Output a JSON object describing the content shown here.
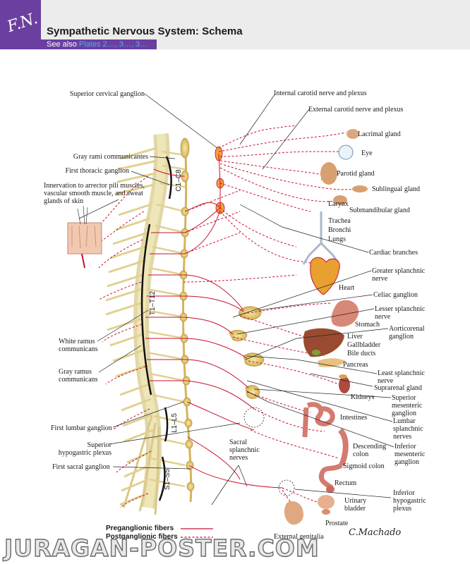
{
  "header": {
    "title": "Sympathetic Nervous System: Schema",
    "see_also_prefix": "See also",
    "plates": "Plates 2…, 3…, 3…"
  },
  "labels": {
    "superior_cervical_ganglion": "Superior cervical ganglion",
    "internal_carotid": "Internal carotid nerve and plexus",
    "external_carotid": "External carotid nerve and plexus",
    "lacrimal_gland": "Lacrimal gland",
    "eye": "Eye",
    "gray_rami_communicantes": "Gray rami communicantes",
    "parotid_gland": "Parotid  gland",
    "first_thoracic_ganglion": "First thoracic ganglion",
    "innervation_1": "Innervation to arrector pili muscles,",
    "innervation_2": "vascular smooth muscle, and sweat",
    "innervation_3": "glands of skin",
    "sublingual_gland": "Sublingual gland",
    "submandibular_gland": "Submandibular gland",
    "larynx": "Larynx",
    "trachea": "Trachea",
    "bronchi": "Bronchi",
    "lungs": "Lungs",
    "cardiac_branches": "Cardiac branches",
    "greater_splanchnic_1": "Greater splanchnic",
    "greater_splanchnic_2": "nerve",
    "heart": "Heart",
    "celiac_ganglion": "Celiac ganglion",
    "lesser_splanchnic_1": "Lesser splanchnic",
    "lesser_splanchnic_2": "nerve",
    "stomach": "Stomach",
    "aorticorenal_1": "Aorticorenal",
    "aorticorenal_2": "ganglion",
    "white_ramus_1": "White ramus",
    "white_ramus_2": "communicans",
    "liver": "Liver",
    "gallbladder": "Gallbladder",
    "bile_ducts": "Bile ducts",
    "gray_ramus_1": "Gray ramus",
    "gray_ramus_2": "communicans",
    "pancreas": "Pancreas",
    "least_splanchnic_1": "Least splanchnic",
    "least_splanchnic_2": "nerve",
    "suprarenal_gland": "Suprarenal gland",
    "kidneys": "Kidneys",
    "superior_mesenteric_1": "Superior",
    "superior_mesenteric_2": "mesenteric",
    "superior_mesenteric_3": "ganglion",
    "first_lumbar_ganglion": "First lumbar ganglion",
    "intestines": "Intestines",
    "lumbar_splanchnic_1": "Lumbar",
    "lumbar_splanchnic_2": "splanchnic",
    "lumbar_splanchnic_3": "nerves",
    "superior_hypogastric_1": "Superior",
    "superior_hypogastric_2": "hypogastric plexus",
    "sacral_splanchnic_1": "Sacral",
    "sacral_splanchnic_2": "splanchnic",
    "sacral_splanchnic_3": "nerves",
    "descending_colon_1": "Descending",
    "descending_colon_2": "colon",
    "inferior_mesenteric_1": "Inferior",
    "inferior_mesenteric_2": "mesenteric",
    "inferior_mesenteric_3": "ganglion",
    "first_sacral_ganglion": "First sacral ganglion",
    "sigmoid_colon": "Sigmoid colon",
    "rectum": "Rectum",
    "inferior_hypogastric_1": "Inferior",
    "inferior_hypogastric_2": "hypogastric",
    "inferior_hypogastric_3": "plexus",
    "urinary_bladder_1": "Urinary",
    "urinary_bladder_2": "bladder",
    "prostate": "Prostate",
    "external_genitalia": "External genitalia"
  },
  "segments": {
    "cervical": "C1–C8",
    "thoracic": "T1–T12",
    "lumbar": "L1–L5",
    "sacral": "S1–S5"
  },
  "legend": {
    "preganglionic": "Preganglionic fibers",
    "postganglionic": "Postganglionic fibers"
  },
  "colors": {
    "nerve_red": "#c8102e",
    "cord_yellow": "#e9dfa4",
    "header_purple": "#6b3fa0"
  },
  "watermark": "JURAGAN-POSTER.COM",
  "credit": "C.Machado"
}
